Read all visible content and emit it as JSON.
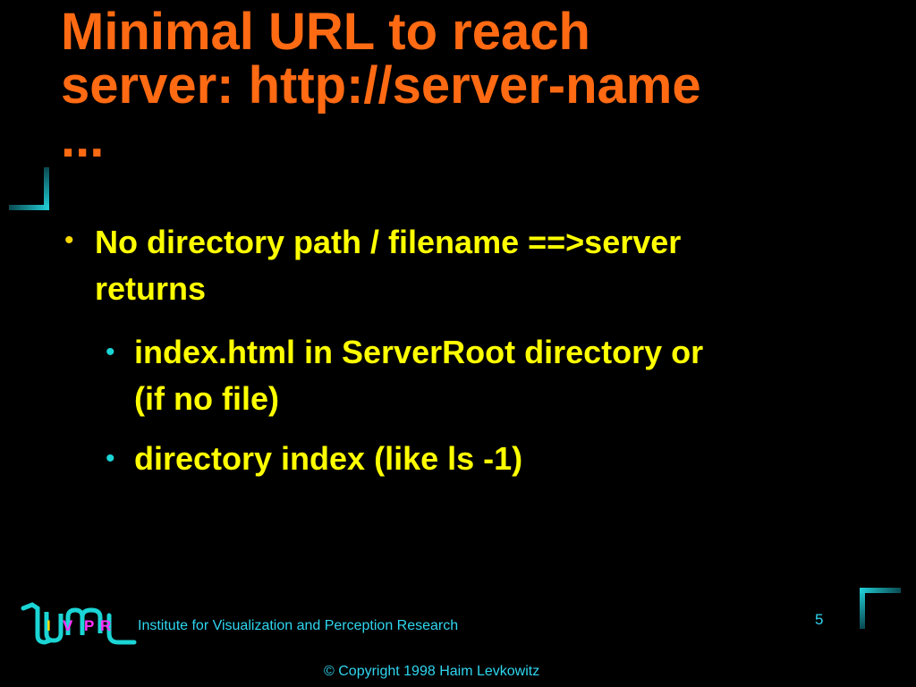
{
  "title": {
    "line1": "Minimal URL to reach",
    "line2": "server: http://server-name",
    "line3": "..."
  },
  "bullets": {
    "level1": {
      "marker": "•",
      "line1": "No directory path / filename ==>server",
      "line2": "returns"
    },
    "level2": [
      {
        "marker": "•",
        "line1": "index.html in ServerRoot directory or",
        "line2": "(if no file)"
      },
      {
        "marker": "•",
        "line1": "directory index (like ls -1)",
        "line2": ""
      }
    ]
  },
  "footer": {
    "logo_letters": [
      "I",
      "V",
      "P",
      "R"
    ],
    "institute": "Institute for Visualization and Perception Research",
    "page_number": "5",
    "copyright": "© Copyright 1998 Haim Levkowitz"
  },
  "colors": {
    "background": "#000000",
    "title": "#ff6a13",
    "body_text": "#ffff00",
    "accent_teal": "#1bd5d5",
    "footer_text": "#2fd6f0",
    "logo_magenta": "#ff33ff"
  }
}
